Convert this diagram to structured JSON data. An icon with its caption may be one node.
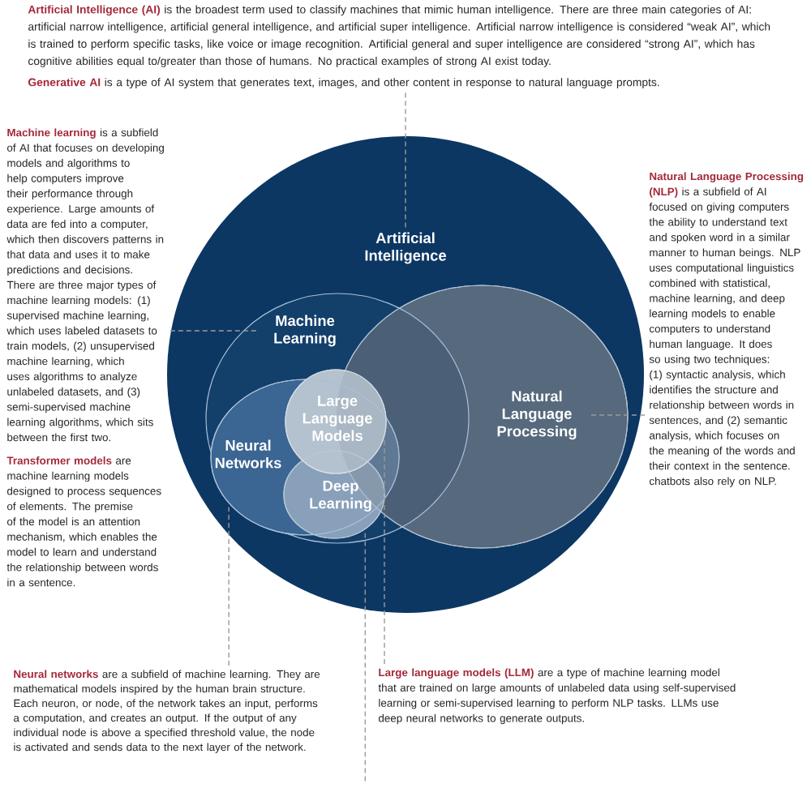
{
  "diagram": {
    "nodes": [
      {
        "text": [
          "**Artificial Intelligence (AI)** is the broadest term used to classify machines that mimic human intelligence. There are three main categories of AI: artificial narrow intelligence, artificial general intelligence, and artificial super intelligence. Artificial narrow intelligence is considered “weak AI”, which is trained to perform specific tasks, like voice or image recognition. Artificial general and super intelligence are considered “strong AI”, which has cognitive abilities equal to/greater than those of humans. No practical examples of strong AI exist today.",
          "**Generative AI** is a type of AI system that generates text, images, and other content in response to natural language prompts."
        ]
      },
      {
        "text": [
          "Artificial Intelligence"
        ]
      },
      {
        "text": [
          "Machine Learning"
        ],
        "in": 1
      },
      {
        "text": [
          "Natural Language Processing"
        ],
        "in": 1
      },
      {
        "text": [
          "Neural Networks"
        ],
        "in": 2
      },
      {
        "text": [
          "Large Language Models"
        ],
        "in": 2
      },
      {
        "text": [
          "Deep Learning"
        ],
        "in": 4
      },
      {
        "text": [
          "**Machine learning** is a subfield of AI that focuses on developing models and algorithms to help computers improve their performance through experience. Large amounts of data are fed into a computer, which then discovers patterns in that data and uses it to make predictions and decisions. There are three major types of machine learning models: (1) supervised machine learning, which uses labeled datasets to train models, (2) unsupervised machine learning, which uses algorithms to analyze unlabeled datasets, and (3) semi-supervised machine learning algorithms, which sits between the first two."
        ]
      },
      {
        "text": [
          "**Natural Language Processing (NLP)** is a subfield of AI focused on giving computers the ability to understand text and spoken word in a similar manner to human beings. NLP uses computational linguistics combined with statistical, machine learning, and deep learning models to enable computers to understand human language. It does so using two techniques: (1) syntactic analysis, which identifies the structure and relationship between words in sentences, and (2) semantic analysis, which focuses on the meaning of the words and their context in the sentence. chatbots also rely on NLP."
        ]
      },
      {
        "text": [
          "**Neural networks** are a subfield of machine learning. They are mathematical models inspired by the human brain structure. Each neuron, or node, of the network takes an input, performs a computation, and creates an output. If the output of any individual node is above a specified threshold value, the node is activated and sends data to the next layer of the network."
        ]
      },
      {
        "text": [
          "**Large language models (LLM)** are a type of machine learning model that are trained on large amounts of unlabeled data using self-supervised learning or semi-supervised learning to perform NLP tasks. LLMs use deep neural networks to generate outputs."
        ]
      }
    ],
    "edges": [
      {
        "from": 0,
        "to": 1,
        "arrow": "none",
        "style": "dashed"
      },
      {
        "from": 7,
        "to": 2,
        "arrow": "none",
        "style": "dashed"
      },
      {
        "from": 8,
        "to": 3,
        "arrow": "none",
        "style": "dashed"
      },
      {
        "from": 9,
        "to": 4,
        "arrow": "none",
        "style": "dashed"
      },
      {
        "from": 10,
        "to": 5,
        "arrow": "none",
        "style": "dashed"
      },
      {
        "from": 6,
        "to": null,
        "arrow": "none",
        "style": "dashed"
      }
    ],
    "labels": [
      "**Transformer models** are machine learning models designed to process sequences of elements. The premise of the model is an attention mechanism, which enables the model to learn and understand the relationship between words in a sentence."
    ]
  }
}
